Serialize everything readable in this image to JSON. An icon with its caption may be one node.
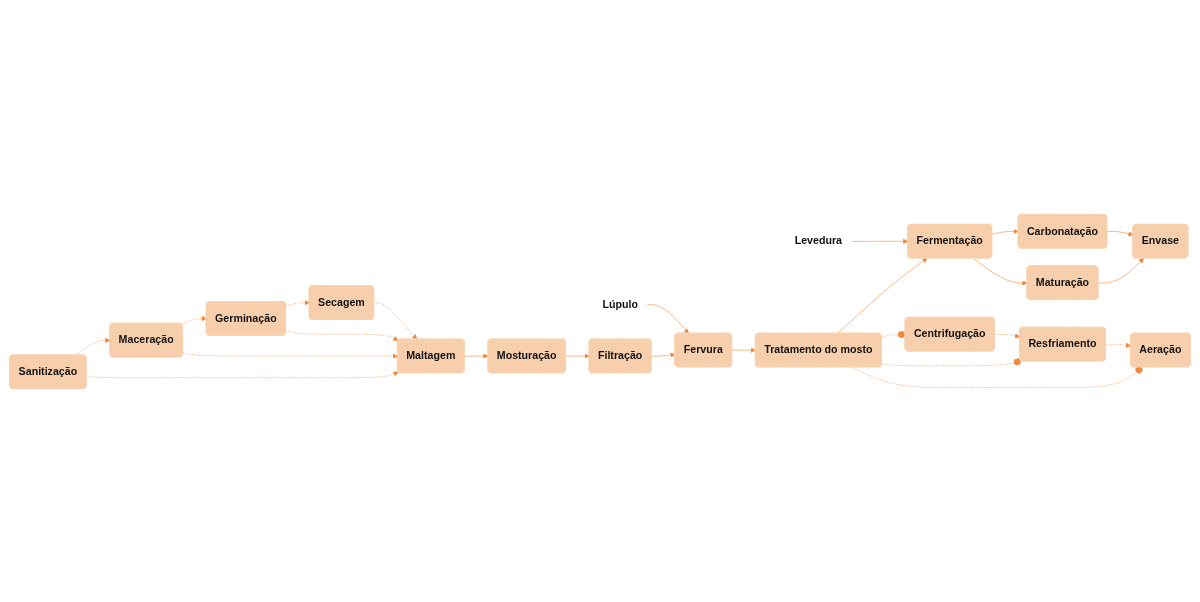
{
  "diagram": {
    "nodes": [
      {
        "text": [
          "Sanitização"
        ]
      },
      {
        "text": [
          "Maceração"
        ]
      },
      {
        "text": [
          "Germinação"
        ]
      },
      {
        "text": [
          "Secagem"
        ]
      },
      {
        "text": [
          "Maltagem"
        ]
      },
      {
        "text": [
          "Mosturação"
        ]
      },
      {
        "text": [
          "Filtração"
        ]
      },
      {
        "text": [
          "Fervura"
        ]
      },
      {
        "text": [
          "Lúpulo"
        ]
      },
      {
        "text": [
          "Tratamento do mosto"
        ]
      },
      {
        "text": [
          "Fermentação"
        ]
      },
      {
        "text": [
          "Levedura"
        ]
      },
      {
        "text": [
          "Centrifugação"
        ]
      },
      {
        "text": [
          "Resfriamento"
        ]
      },
      {
        "text": [
          "Aeração"
        ]
      },
      {
        "text": [
          "Maturação"
        ]
      },
      {
        "text": [
          "Carbonatação"
        ]
      },
      {
        "text": [
          "Envase"
        ]
      }
    ],
    "edges": [
      {
        "from": 0,
        "to": 1,
        "arrow": "to",
        "style": "dashed"
      },
      {
        "from": 1,
        "to": 2,
        "arrow": "to",
        "style": "dashed"
      },
      {
        "from": 2,
        "to": 3,
        "arrow": "to",
        "style": "dashed"
      },
      {
        "from": 0,
        "to": 4,
        "arrow": "to",
        "style": "dashed"
      },
      {
        "from": 1,
        "to": 4,
        "arrow": "to",
        "style": "dashed"
      },
      {
        "from": 2,
        "to": 4,
        "arrow": "to",
        "style": "dashed"
      },
      {
        "from": 3,
        "to": 4,
        "arrow": "to",
        "style": "dashed"
      },
      {
        "from": 4,
        "to": 5,
        "arrow": "to"
      },
      {
        "from": 5,
        "to": 6,
        "arrow": "to"
      },
      {
        "from": 6,
        "to": 7,
        "arrow": "to"
      },
      {
        "from": 8,
        "to": 7,
        "arrow": "to"
      },
      {
        "from": 7,
        "to": 9,
        "arrow": "to"
      },
      {
        "from": 9,
        "to": 10,
        "arrow": "to"
      },
      {
        "from": 11,
        "to": 10,
        "arrow": "to"
      },
      {
        "from": 9,
        "to": 12,
        "arrow": "other",
        "style": "dashed"
      },
      {
        "from": 9,
        "to": 13,
        "arrow": "other",
        "style": "dashed"
      },
      {
        "from": 9,
        "to": 14,
        "arrow": "other",
        "style": "dashed"
      },
      {
        "from": 12,
        "to": 13,
        "arrow": "to",
        "style": "dashed"
      },
      {
        "from": 13,
        "to": 14,
        "arrow": "to",
        "style": "dashed"
      },
      {
        "from": 10,
        "to": 15,
        "arrow": "to"
      },
      {
        "from": 10,
        "to": 16,
        "arrow": "to"
      },
      {
        "from": 15,
        "to": 17,
        "arrow": "to"
      },
      {
        "from": 16,
        "to": 17,
        "arrow": "to"
      }
    ]
  }
}
